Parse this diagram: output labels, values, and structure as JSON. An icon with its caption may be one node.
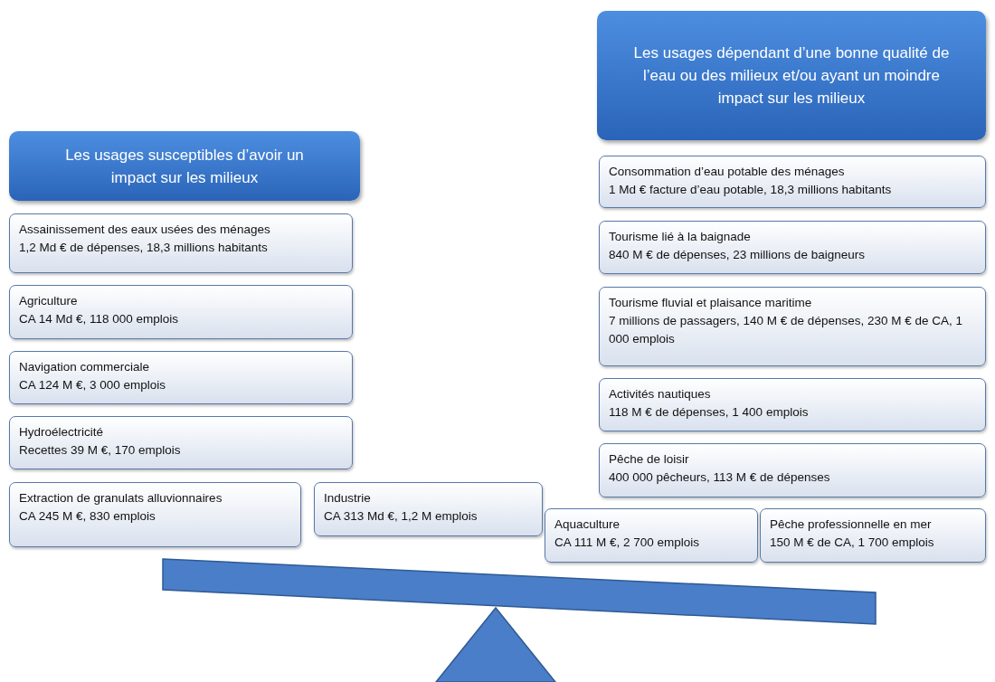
{
  "diagram": {
    "nodes": [
      {
        "text": [
          "Les usages susceptibles d’avoir un impact sur les milieux"
        ]
      },
      {
        "text": [
          "Assainissement des eaux usées des ménages",
          "1,2 Md € de dépenses, 18,3 millions habitants"
        ]
      },
      {
        "text": [
          "Agriculture",
          "CA 14 Md €, 118 000 emplois"
        ]
      },
      {
        "text": [
          "Navigation commerciale",
          "CA 124 M €, 3 000 emplois"
        ]
      },
      {
        "text": [
          "Hydroélectricité",
          "Recettes 39 M €, 170 emplois"
        ]
      },
      {
        "text": [
          "Extraction de granulats alluvionnaires",
          "CA 245 M €, 830 emplois"
        ]
      },
      {
        "text": [
          "Industrie",
          "CA 313 Md €, 1,2 M emplois"
        ]
      },
      {
        "text": [
          "Les usages dépendant d’une bonne qualité de l’eau ou des milieux et/ou ayant un moindre impact sur les milieux"
        ]
      },
      {
        "text": [
          "Consommation d’eau potable des ménages",
          "1 Md € facture d’eau potable, 18,3 millions habitants"
        ]
      },
      {
        "text": [
          "Tourisme lié à la baignade",
          "840 M € de dépenses, 23 millions de baigneurs"
        ]
      },
      {
        "text": [
          "Tourisme fluvial et plaisance maritime",
          "7 millions de passagers, 140 M € de dépenses, 230 M € de CA, 1 000 emplois"
        ]
      },
      {
        "text": [
          "Activités nautiques",
          "118 M € de dépenses, 1 400 emplois"
        ]
      },
      {
        "text": [
          "Pêche de loisir",
          "400 000 pêcheurs, 113 M € de dépenses"
        ]
      },
      {
        "text": [
          "Aquaculture",
          "CA 111 M €, 2 700 emplois"
        ]
      },
      {
        "text": [
          "Pêche professionnelle en mer",
          "150 M € de CA, 1 700 emplois"
        ]
      }
    ]
  }
}
